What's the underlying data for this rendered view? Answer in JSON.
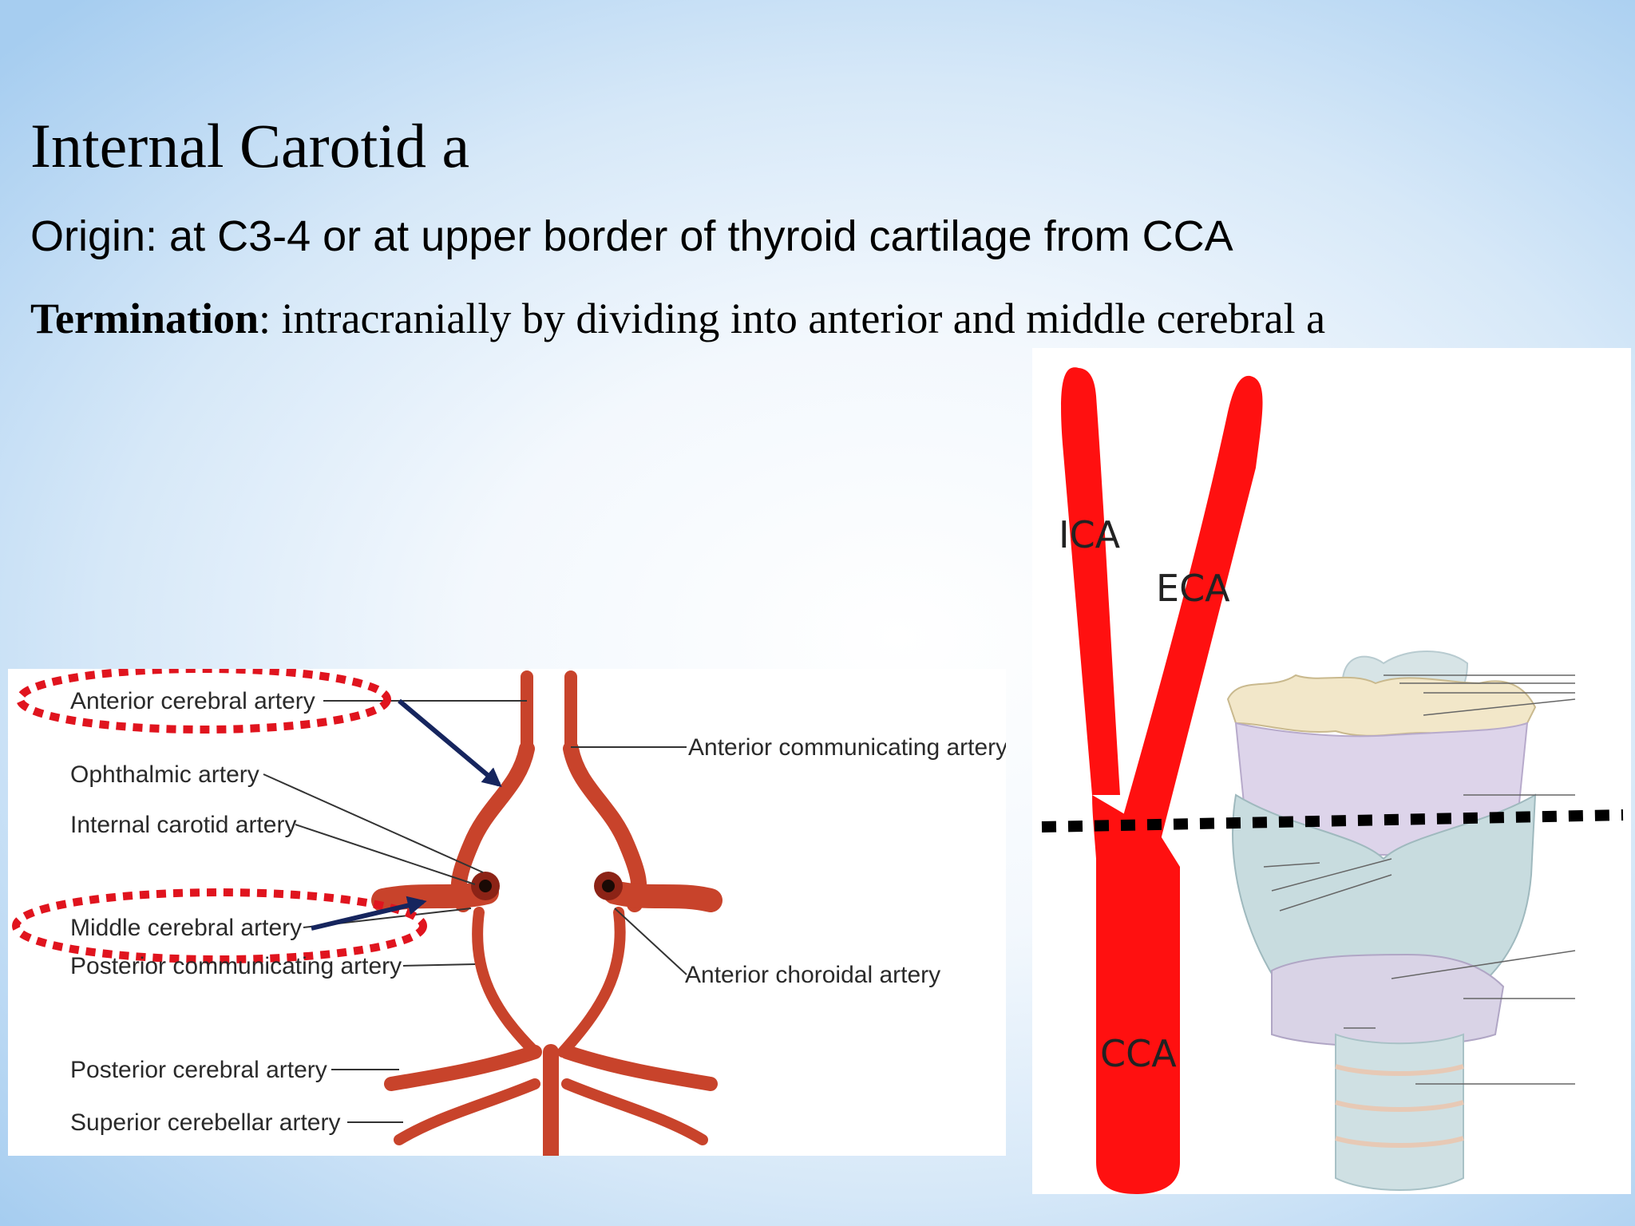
{
  "slide": {
    "title": "Internal Carotid a",
    "origin_text": "Origin: at C3-4  or  at upper border of thyroid cartilage from CCA",
    "termination_label": "Termination",
    "termination_text": ":  intracranially by dividing into anterior and middle cerebral a"
  },
  "circle_diagram": {
    "labels": {
      "anterior_cerebral": "Anterior cerebral artery",
      "ophthalmic": "Ophthalmic artery",
      "internal_carotid": "Internal carotid artery",
      "middle_cerebral": "Middle cerebral artery",
      "posterior_communicating": "Posterior communicating artery",
      "posterior_cerebral": "Posterior cerebral artery",
      "superior_cerebellar": "Superior cerebellar artery",
      "anterior_communicating": "Anterior communicating artery",
      "anterior_choroidal": "Anterior choroidal artery"
    },
    "colors": {
      "artery": "#c8432b",
      "highlight": "#e0141e",
      "arrow": "#16255e"
    }
  },
  "carotid_diagram": {
    "labels": {
      "ica": "ICA",
      "eca": "ECA",
      "cca": "CCA"
    },
    "colors": {
      "vessel": "#ff1010",
      "marker_line": "#000000"
    }
  }
}
